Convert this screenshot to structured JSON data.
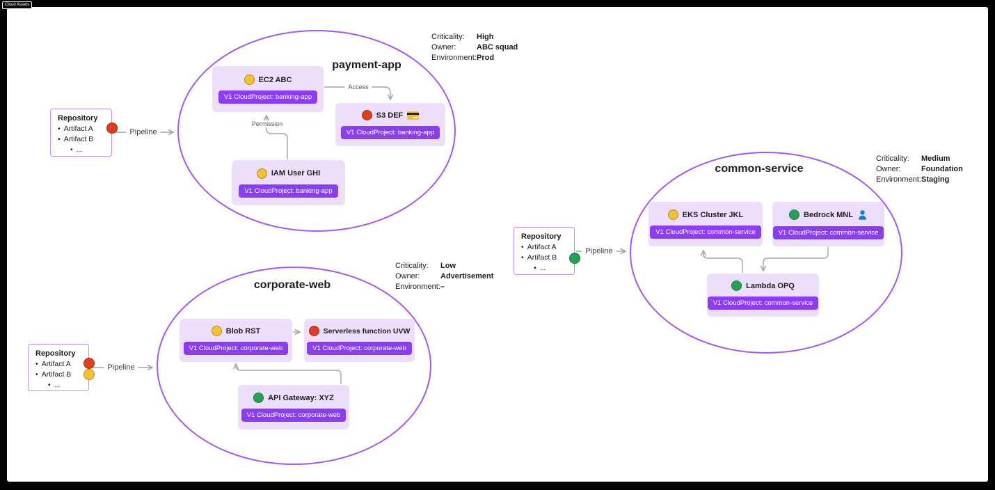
{
  "window": {
    "tab_label": "Cloud Assets"
  },
  "labels": {
    "pipeline": "Pipeline",
    "repository": "Repository",
    "criticality": "Criticality:",
    "owner": "Owner:",
    "environment": "Environment:"
  },
  "colors": {
    "group_border": "#a358f2",
    "card_bg": "#eddffb",
    "badge_bg": "#8b3df6",
    "status_yellow": "#f2c230",
    "status_red": "#e23e1c",
    "status_green": "#23a455",
    "arrow_gray": "#a2a2a2",
    "repo_border": "#bd8ef8",
    "person_blue": "#1878d0"
  },
  "groups": [
    {
      "title": "payment-app",
      "meta": {
        "criticality": "High",
        "owner": "ABC squad",
        "environment": "Prod"
      },
      "repo": {
        "title": "Repository",
        "items": [
          "Artifact A",
          "Artifact B",
          "..."
        ],
        "item_dots": {
          "Artifact A": "red"
        }
      },
      "edge_labels": {
        "pipeline": "Pipeline",
        "access": "Access",
        "permission": "Permission"
      },
      "nodes": [
        {
          "label": "EC2 ABC",
          "status": "yellow",
          "badge": "V1 CloudProject: banking-app"
        },
        {
          "label": "S3 DEF",
          "status": "red",
          "icon": "credit-card",
          "badge": "V1 CloudProject: banking-app"
        },
        {
          "label": "IAM User GHI",
          "status": "yellow",
          "badge": "V1 CloudProject: banking-app"
        }
      ],
      "edges": [
        {
          "from": "EC2 ABC",
          "to": "S3 DEF",
          "label": "Access"
        },
        {
          "from": "IAM User GHI",
          "to": "EC2 ABC",
          "label": "Permission"
        }
      ]
    },
    {
      "title": "corporate-web",
      "meta": {
        "criticality": "Low",
        "owner": "Advertisement",
        "environment": "–"
      },
      "repo": {
        "title": "Repository",
        "items": [
          "Artifact A",
          "Artifact B",
          "..."
        ],
        "item_dots": {
          "Artifact A": "red",
          "Artifact B": "yellow"
        }
      },
      "edge_labels": {
        "pipeline": "Pipeline"
      },
      "nodes": [
        {
          "label": "Blob RST",
          "status": "yellow",
          "badge": "V1 CloudProject: corporate-web"
        },
        {
          "label": "Serverless function UVW",
          "status": "red",
          "badge": "V1 CloudProject: corporate-web"
        },
        {
          "label": "API Gateway: XYZ",
          "status": "green",
          "badge": "V1 CloudProject: corporate-web"
        }
      ],
      "edges": [
        {
          "from": "Blob RST",
          "to": "Serverless function UVW",
          "label": ""
        },
        {
          "from": "API Gateway: XYZ",
          "to": "Blob RST",
          "label": ""
        }
      ]
    },
    {
      "title": "common-service",
      "meta": {
        "criticality": "Medium",
        "owner": "Foundation",
        "environment": "Staging"
      },
      "repo": {
        "title": "Repository",
        "items": [
          "Artifact A",
          "Artifact B",
          "..."
        ],
        "item_dots": {
          "Artifact B": "green"
        }
      },
      "edge_labels": {
        "pipeline": "Pipeline"
      },
      "nodes": [
        {
          "label": "EKS Cluster JKL",
          "status": "yellow",
          "badge": "V1 CloudProject: common-service"
        },
        {
          "label": "Bedrock MNL",
          "status": "green",
          "icon": "person",
          "badge": "V1 CloudProject: common-service"
        },
        {
          "label": "Lambda OPQ",
          "status": "green",
          "badge": "V1 CloudProject: common-service"
        }
      ],
      "edges": [
        {
          "from": "Lambda OPQ",
          "to": "EKS Cluster JKL",
          "label": ""
        },
        {
          "from": "Bedrock MNL",
          "to": "Lambda OPQ",
          "label": ""
        }
      ]
    }
  ]
}
